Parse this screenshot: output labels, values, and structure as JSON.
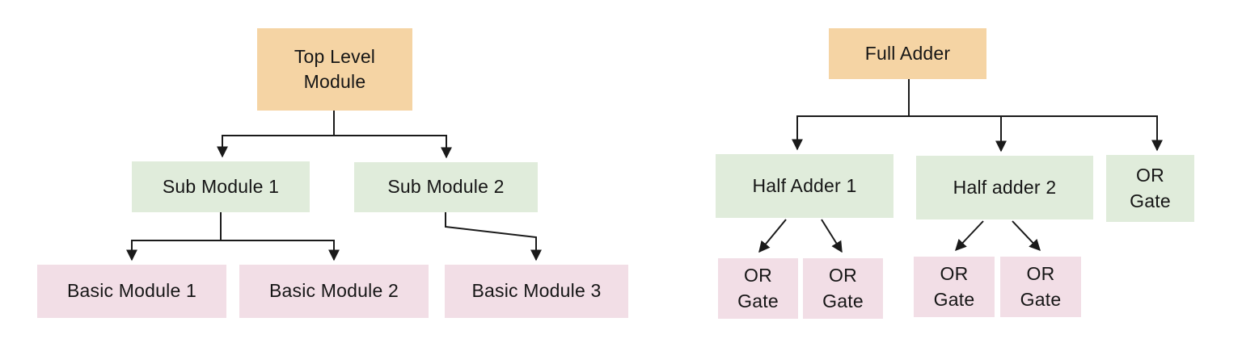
{
  "colors": {
    "root_fill": "#f5d4a4",
    "branch_fill": "#e0ecdb",
    "leaf_fill": "#f2dee6",
    "line": "#1a1a1a",
    "text": "#161616",
    "background": "#ffffff"
  },
  "left_tree": {
    "root": {
      "label": "Top Level Module"
    },
    "children": [
      {
        "label": "Sub Module 1"
      },
      {
        "label": "Sub Module 2"
      }
    ],
    "leaves": [
      {
        "label": "Basic Module 1"
      },
      {
        "label": "Basic Module 2"
      },
      {
        "label": "Basic Module 3"
      }
    ]
  },
  "right_tree": {
    "root": {
      "label": "Full Adder"
    },
    "children": [
      {
        "label": "Half Adder 1"
      },
      {
        "label": "Half adder 2"
      },
      {
        "label": "OR Gate"
      }
    ],
    "leaves": [
      {
        "label": "OR Gate"
      },
      {
        "label": "OR Gate"
      },
      {
        "label": "OR Gate"
      },
      {
        "label": "OR Gate"
      }
    ]
  }
}
